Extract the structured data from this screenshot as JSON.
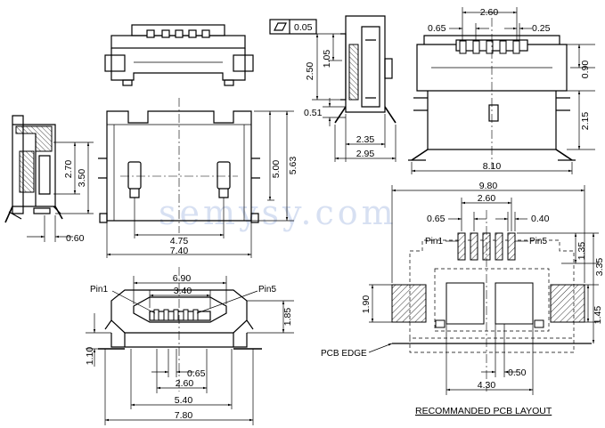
{
  "watermark": "semysy.com",
  "tolerance": {
    "symbol": "flatness-icon",
    "value": "0.05"
  },
  "top_view": {
    "dims": {
      "d_500": "5.00",
      "d_563": "5.63",
      "d_475": "4.75",
      "d_740": "7.40"
    }
  },
  "left_section": {
    "dims": {
      "d_270": "2.70",
      "d_350": "3.50",
      "d_060": "0.60"
    }
  },
  "side_view": {
    "dims": {
      "d_250": "2.50",
      "d_105": "1.05",
      "d_051": "0.51",
      "d_235": "2.35",
      "d_295": "2.95"
    }
  },
  "back_view": {
    "dims": {
      "d_260": "2.60",
      "d_065": "0.65",
      "d_025": "0.25",
      "d_090": "0.90",
      "d_215": "2.15",
      "d_810": "8.10"
    }
  },
  "front_view": {
    "pin1": "Pin1",
    "pin5": "Pin5",
    "dims": {
      "d_690": "6.90",
      "d_340": "3.40",
      "d_185": "1.85",
      "d_110": "1.10",
      "d_065": "0.65",
      "d_260": "2.60",
      "d_540": "5.40",
      "d_780": "7.80"
    }
  },
  "pcb_layout": {
    "title": "RECOMMANDED PCB LAYOUT",
    "pin1": "Pin1",
    "pin5": "Pin5",
    "pcb_edge": "PCB EDGE",
    "dims": {
      "d_980": "9.80",
      "d_260": "2.60",
      "d_065": "0.65",
      "d_040": "0.40",
      "d_135": "1.35",
      "d_335": "3.35",
      "d_190": "1.90",
      "d_145": "1.45",
      "d_050": "0.50",
      "d_430": "4.30"
    }
  }
}
